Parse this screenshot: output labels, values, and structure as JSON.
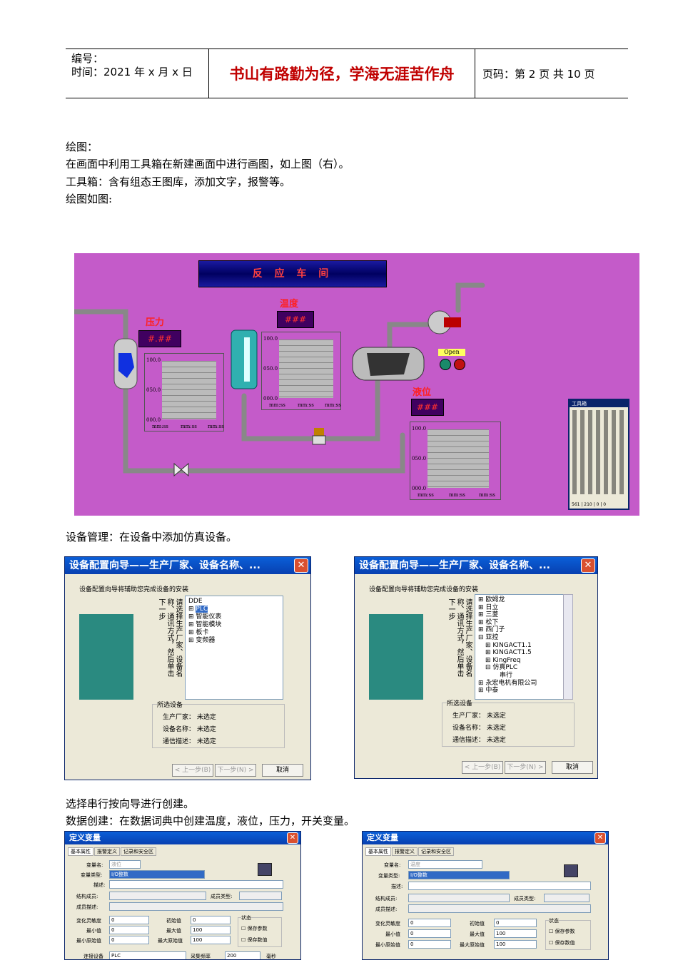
{
  "header": {
    "number_label": "编号：",
    "time_label": "时间：2021 年 x 月 x 日",
    "motto": "书山有路勤为径，学海无涯苦作舟",
    "page_info": "页码：第 2 页  共 10 页"
  },
  "body": {
    "p1": "绘图：",
    "p2": "在画面中利用工具箱在新建画面中进行画图，如上图（右）。",
    "p3": "工具箱：含有组态王图库，添加文字，报警等。",
    "p4": "绘图如图:",
    "p5": "设备管理：在设备中添加仿真设备。",
    "p6": "选择串行按向导进行创建。",
    "p7": "数据创建：在数据词典中创建温度，液位，压力，开关变量。"
  },
  "scada": {
    "title": "反  应  车  间",
    "pressure_label": "压力",
    "pressure_value": "#.##",
    "temp_label": "温度",
    "temp_value": "###",
    "level_label": "液位",
    "level_value": "###",
    "open_label": "Open",
    "y_top": "100.0",
    "y_mid": "050.0",
    "y_bot": "000.0",
    "x_tick": "mm:ss",
    "toolbox_title": "工具箱",
    "toolbox_status": [
      "561",
      "210",
      "0",
      "0"
    ]
  },
  "wizard": {
    "title": "设备配置向导——生产厂家、设备名称、...",
    "subtitle": "设备配置向导将辅助您完成设备的安装",
    "hint": "请选择生产厂家、设备名称、通讯方式，然后单击下一步",
    "left_tree": [
      "DDE",
      "PLC",
      "智能仪表",
      "智能模块",
      "板卡",
      "变频器"
    ],
    "right_tree": [
      "欧姆龙",
      "日立",
      "三菱",
      "松下",
      "西门子",
      "亚控",
      "KINGACT1.1",
      "KINGACT1.5",
      "KingFreq",
      "仿真PLC",
      "串行",
      "永宏电机有限公司",
      "中泰"
    ],
    "group_label": "所选设备",
    "vendor": "生产厂家：  未选定",
    "device_name": "设备名称：  未选定",
    "comm_desc": "通信描述：  未选定",
    "prev_btn": "< 上一步(B)",
    "next_btn": "下一步(N) >",
    "cancel_btn": "取消"
  },
  "define_var": {
    "title": "定义变量",
    "tabs": [
      "基本属性",
      "报警定义",
      "记录和安全区"
    ],
    "var_name_label": "变量名:",
    "var_name_left": "液位",
    "var_name_right": "温度",
    "var_type_label": "变量类型:",
    "var_type": "I/O整数",
    "desc_label": "描述:",
    "struct_label": "结构成员:",
    "member_type_label": "成员类型:",
    "member_desc_label": "成员描述:",
    "sens_label": "变化灵敏度",
    "sens": "0",
    "init_label": "初始值",
    "init": "0",
    "min_label": "最小值",
    "min": "0",
    "max_label": "最大值",
    "max": "100",
    "rawmin_label": "最小原始值",
    "rawmin": "0",
    "rawmax_label": "最大原始值",
    "rawmax": "100",
    "state_label": "状态",
    "save_param": "保存参数",
    "save_value": "保存数值",
    "device_label": "连接设备",
    "device": "PLC",
    "freq_label": "采集频率",
    "freq": "200",
    "ms": "毫秒"
  }
}
